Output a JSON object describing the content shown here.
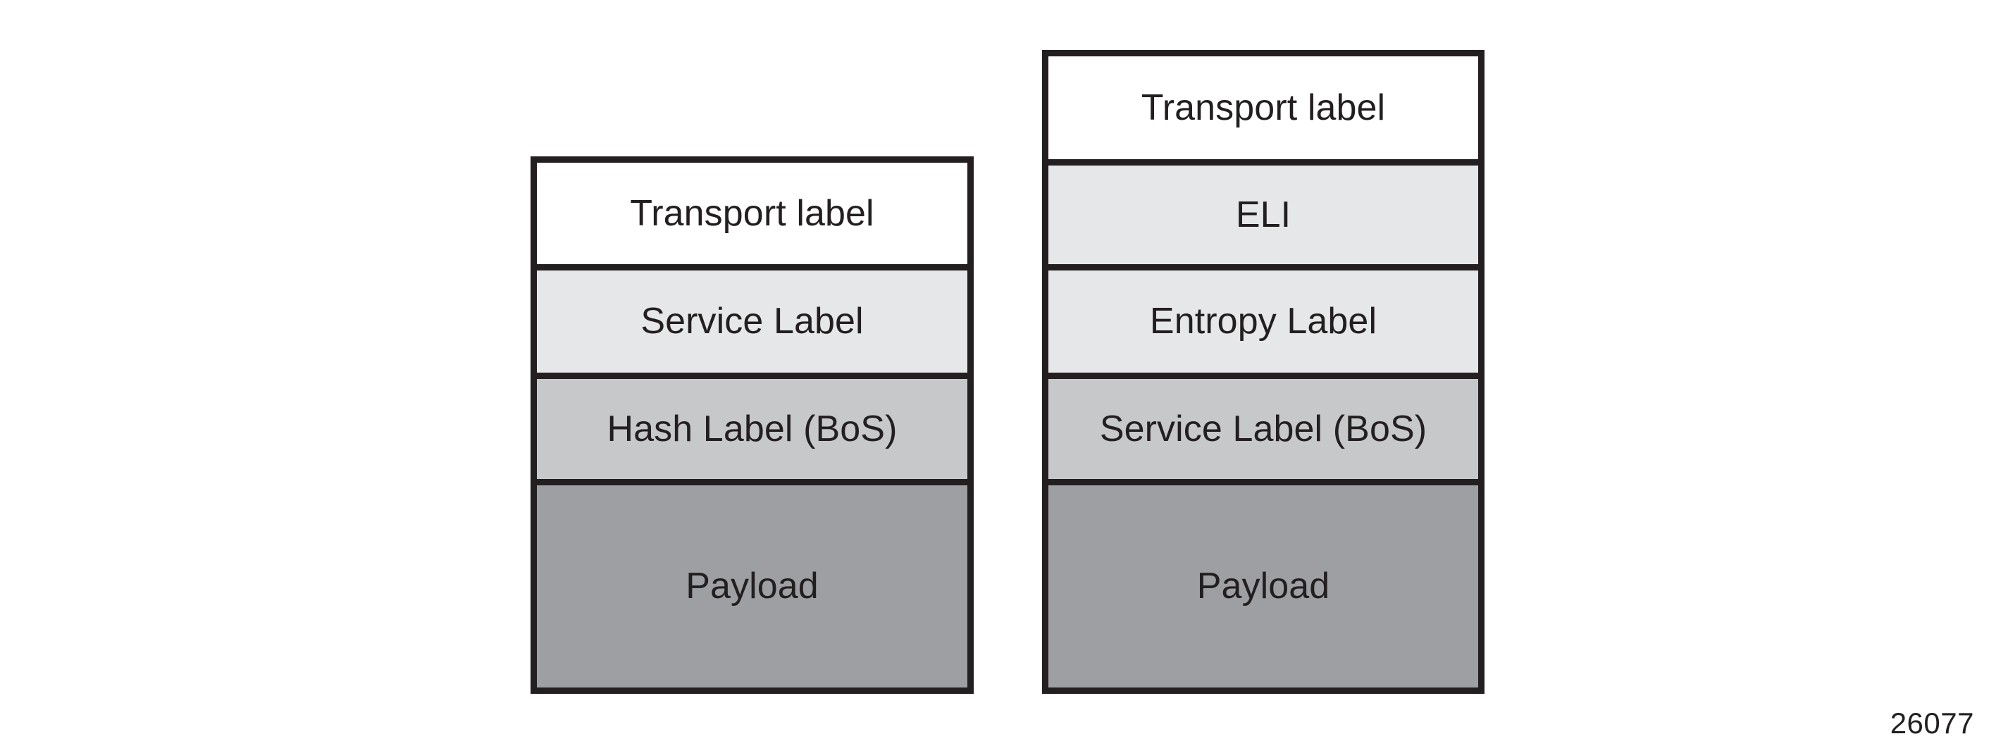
{
  "figure": {
    "number": "26077",
    "background_color": "#ffffff",
    "border_color": "#231f20",
    "text_color": "#231f20"
  },
  "palette": {
    "white": "#ffffff",
    "light_gray": "#e6e7e8",
    "medium_gray": "#c7c8ca",
    "dark_gray": "#9d9fa2",
    "outline": "#231f20"
  },
  "stacks": [
    {
      "id": "left",
      "name": "hash-label-stack",
      "rows": [
        {
          "label": "Transport label",
          "fill": "white"
        },
        {
          "label": "Service Label",
          "fill": "light"
        },
        {
          "label": "Hash Label (BoS)",
          "fill": "medium"
        },
        {
          "label": "Payload",
          "fill": "dark"
        }
      ]
    },
    {
      "id": "right",
      "name": "entropy-label-stack",
      "rows": [
        {
          "label": "Transport label",
          "fill": "white"
        },
        {
          "label": "ELI",
          "fill": "light"
        },
        {
          "label": "Entropy Label",
          "fill": "light"
        },
        {
          "label": "Service Label (BoS)",
          "fill": "medium"
        },
        {
          "label": "Payload",
          "fill": "dark"
        }
      ]
    }
  ]
}
